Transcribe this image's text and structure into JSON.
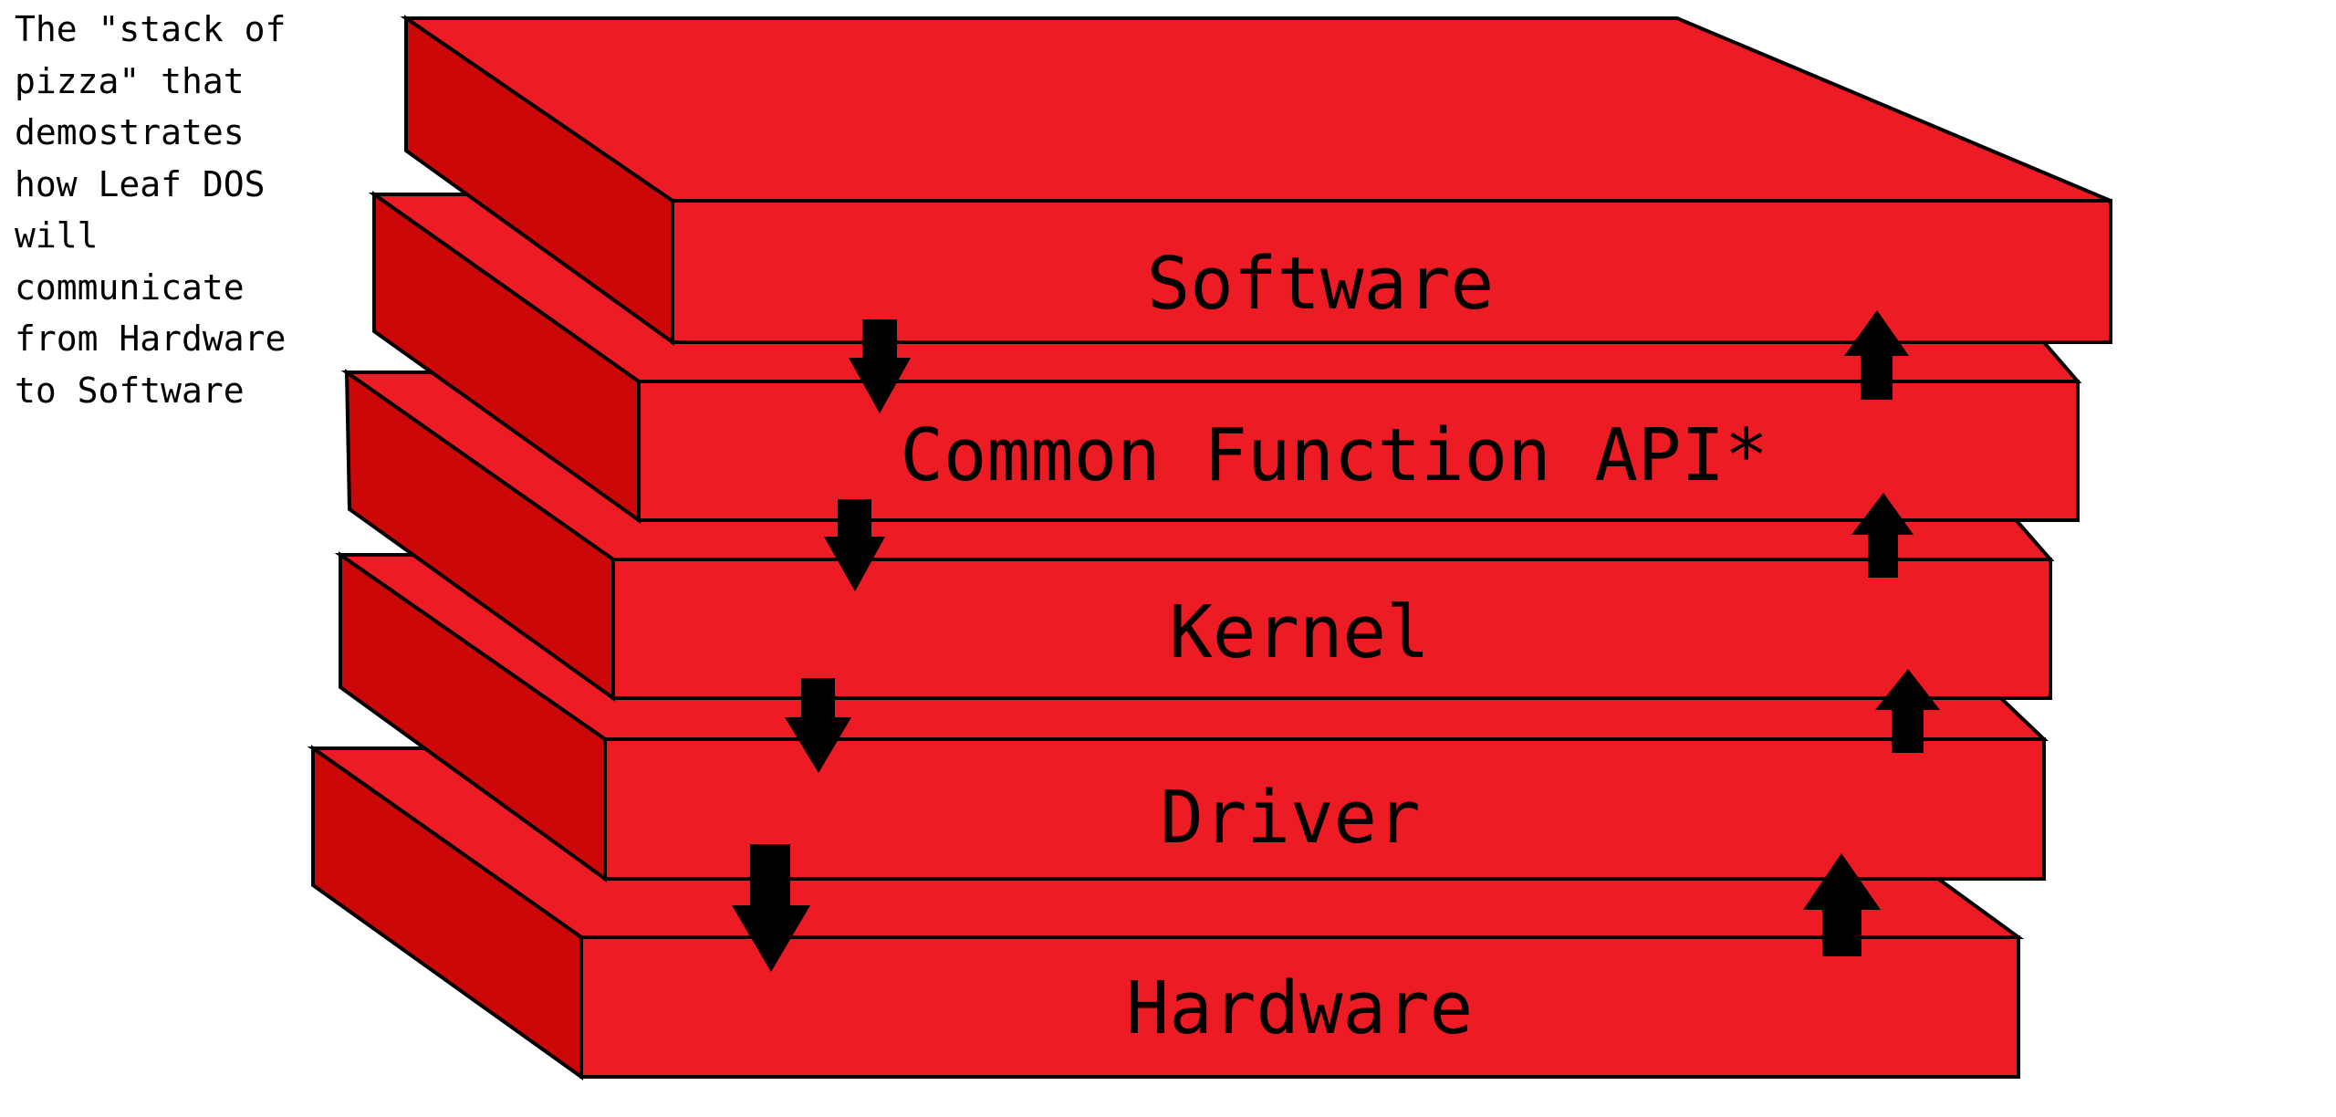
{
  "caption": "The \"stack of\npizza\" that\ndemostrates\nhow Leaf DOS\nwill\ncommunicate\nfrom Hardware\nto Software",
  "colors": {
    "face": "#ED1C24",
    "side": "#CC0707",
    "outline": "#000000",
    "arrow": "#000000",
    "background": "#FFFFFF"
  },
  "layers": [
    {
      "id": "software",
      "label": "Software"
    },
    {
      "id": "api",
      "label": "Common Function API*"
    },
    {
      "id": "kernel",
      "label": "Kernel"
    },
    {
      "id": "driver",
      "label": "Driver"
    },
    {
      "id": "hardware",
      "label": "Hardware"
    }
  ],
  "arrows": {
    "down": {
      "name": "down-arrow-icon",
      "meaning": "Software to Hardware"
    },
    "up": {
      "name": "up-arrow-icon",
      "meaning": "Hardware to Software"
    }
  }
}
